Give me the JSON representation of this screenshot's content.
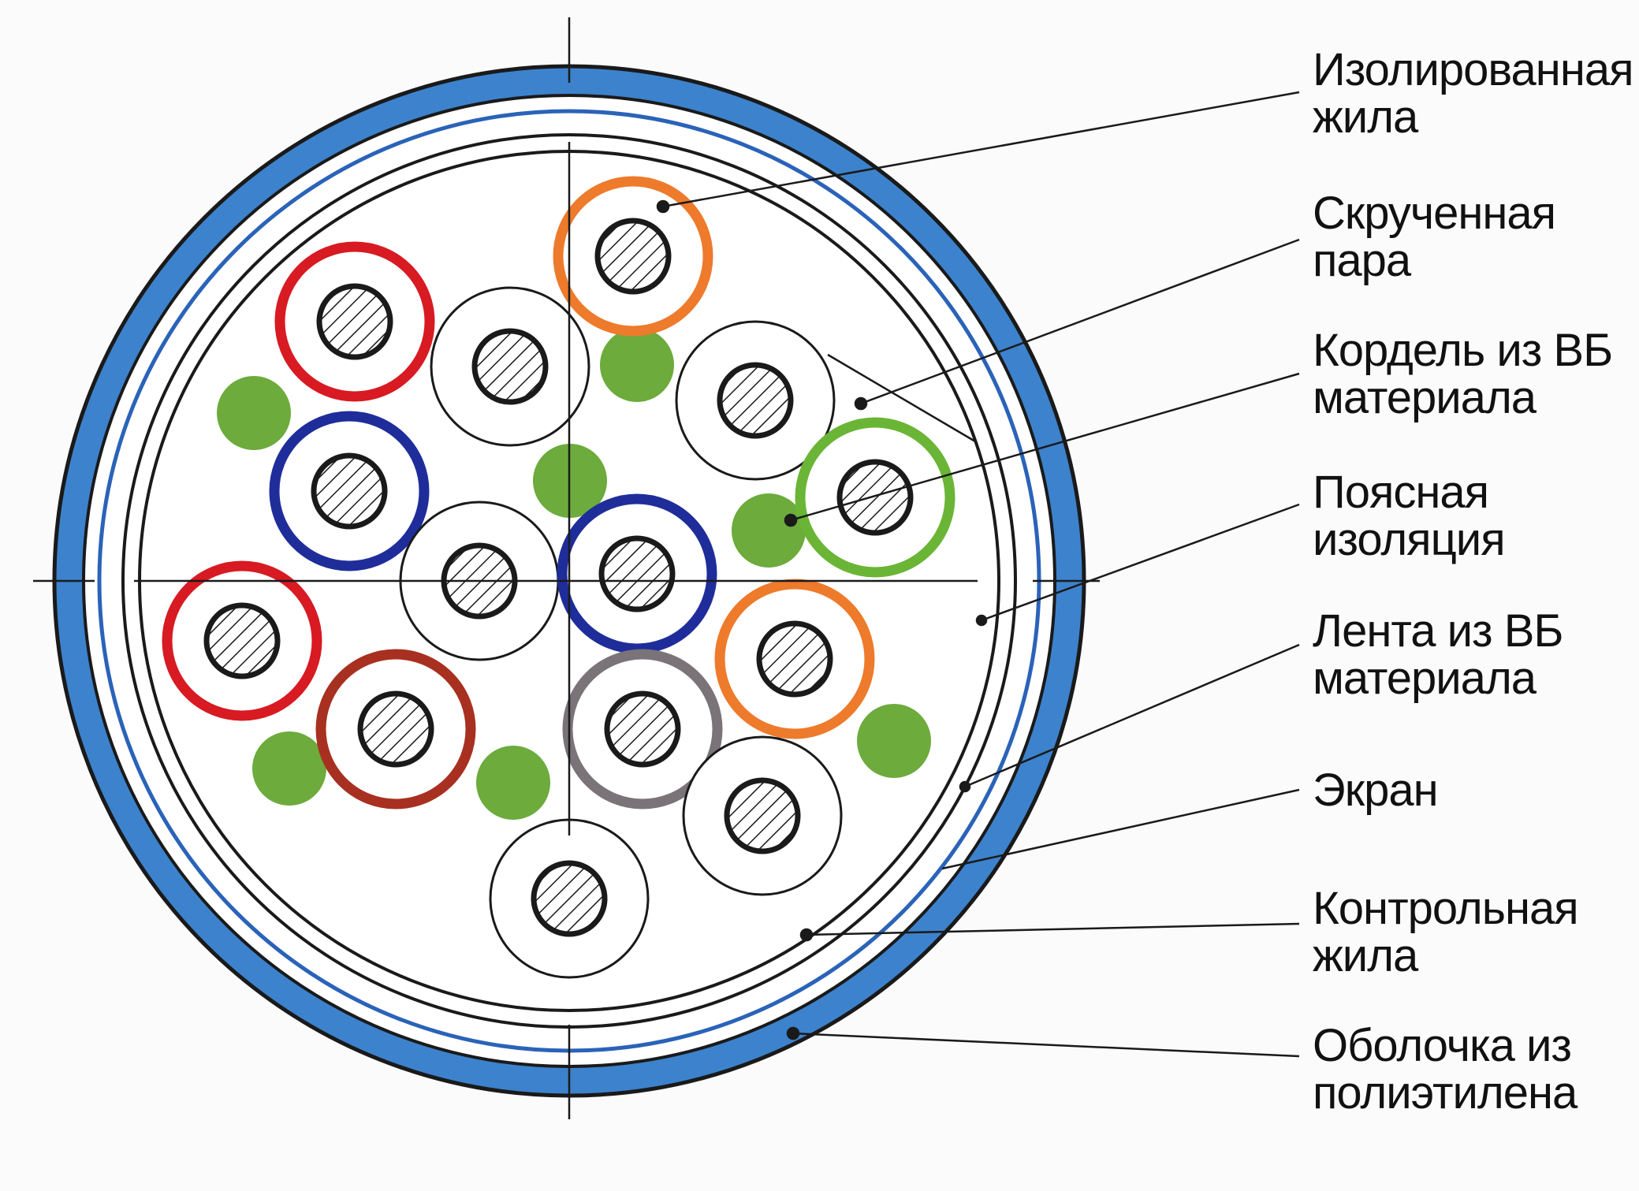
{
  "labels": {
    "insulated_core": [
      "Изолированная",
      "жила"
    ],
    "twisted_pair": [
      "Скрученная",
      "пара"
    ],
    "vb_cord": [
      "Кордель из ВБ",
      "материала"
    ],
    "belt_insulation": [
      "Поясная",
      "изоляция"
    ],
    "vb_tape": [
      "Лента из ВБ",
      "материала"
    ],
    "screen": [
      "Экран"
    ],
    "control_core": [
      "Контрольная",
      "жила"
    ],
    "pe_sheath": [
      "Оболочка из",
      "полиэтилена"
    ]
  },
  "colors": {
    "sheath_blue": "#3d82cc",
    "thin_blue": "#2a63b8",
    "filler_green": "#6cab3c",
    "red": "#d81a22",
    "orange": "#ee7a2c",
    "blue": "#1f2d9a",
    "green": "#6ab536",
    "gray": "#7a7378",
    "brown": "#a83020",
    "white": "#ffffff"
  },
  "elements": {
    "core_rings": [
      "orange",
      "red",
      "white",
      "white",
      "blue",
      "green",
      "white",
      "blue",
      "red",
      "orange",
      "brown",
      "gray",
      "white",
      "white"
    ],
    "filler_count": 7
  }
}
